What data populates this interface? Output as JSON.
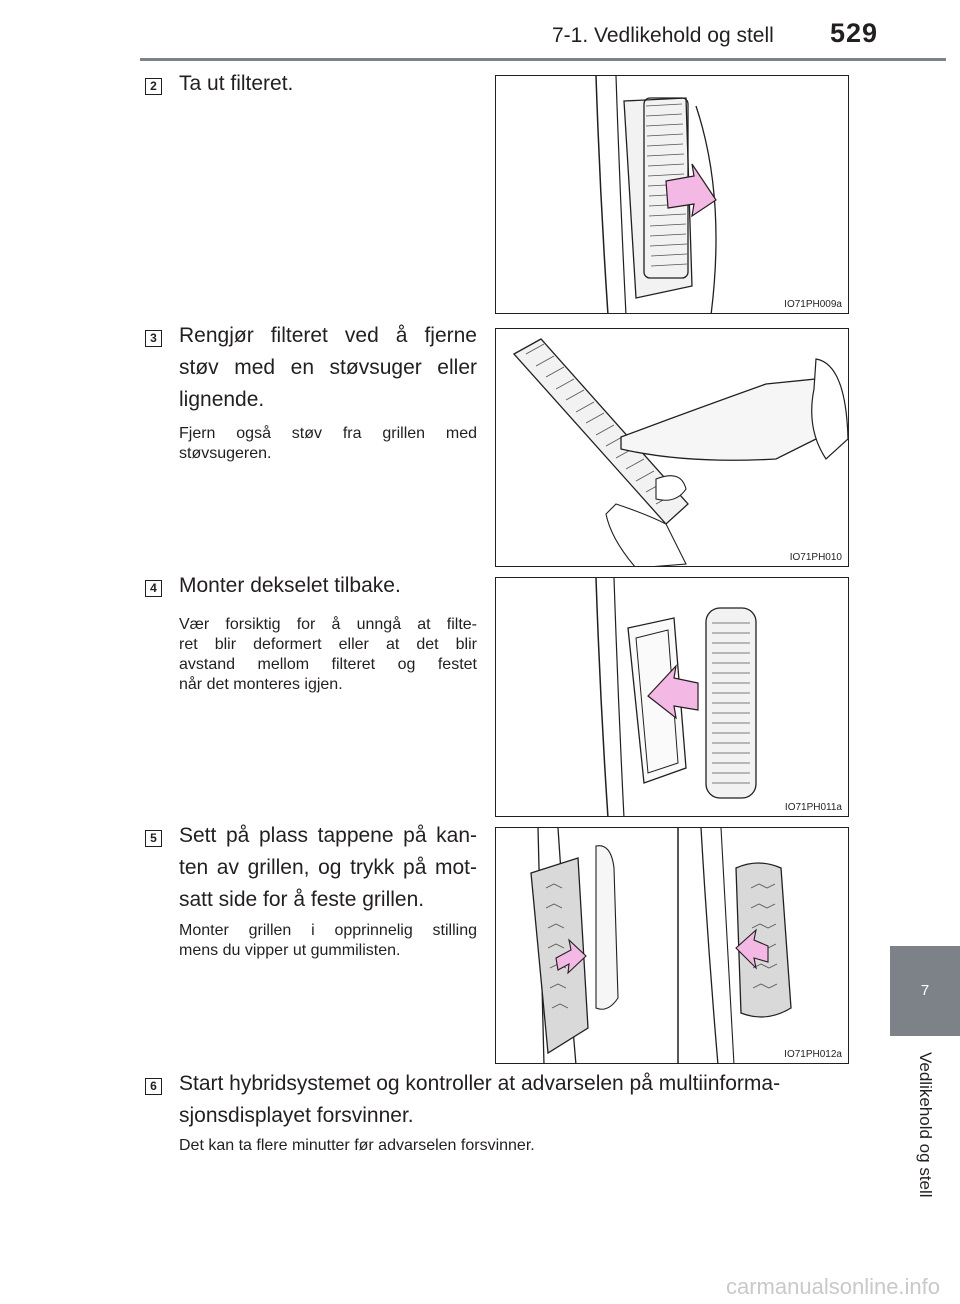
{
  "header": {
    "section_title": "7-1. Vedlikehold og stell",
    "page_number": "529"
  },
  "side_tab": {
    "chapter_number": "7",
    "chapter_title": "Vedlikehold og stell"
  },
  "steps": [
    {
      "number": "2",
      "title": "Ta ut filteret.",
      "note": "",
      "figure_code": "IO71PH009a"
    },
    {
      "number": "3",
      "title_line1": "Rengjør filteret ved å fjerne",
      "title_line2": "støv med en støvsuger eller",
      "title_line3": "lignende.",
      "note_line1": "Fjern også støv fra grillen med",
      "note_line2": "støvsugeren.",
      "figure_code": "IO71PH010"
    },
    {
      "number": "4",
      "title": "Monter dekselet tilbake.",
      "note_line1": "Vær forsiktig for å unngå at filte-",
      "note_line2": "ret blir deformert eller at det blir",
      "note_line3": "avstand mellom filteret og festet",
      "note_line4": "når det monteres igjen.",
      "figure_code": "IO71PH011a"
    },
    {
      "number": "5",
      "title_line1": "Sett på plass tappene på kan-",
      "title_line2": "ten av grillen, og trykk på mot-",
      "title_line3": "satt side for å feste grillen.",
      "note_line1": "Monter grillen i opprinnelig stilling",
      "note_line2": "mens du vipper ut gummilisten.",
      "figure_code": "IO71PH012a"
    },
    {
      "number": "6",
      "title_line1": "Start hybridsystemet og kontroller at advarselen på multiinforma-",
      "title_line2": "sjonsdisplayet forsvinner.",
      "note": "Det kan ta flere minutter før advarselen forsvinner."
    }
  ],
  "watermark": "carmanualsonline.info",
  "colors": {
    "arrow_fill": "#f4b8e4",
    "accent_gray": "#7d8288"
  }
}
